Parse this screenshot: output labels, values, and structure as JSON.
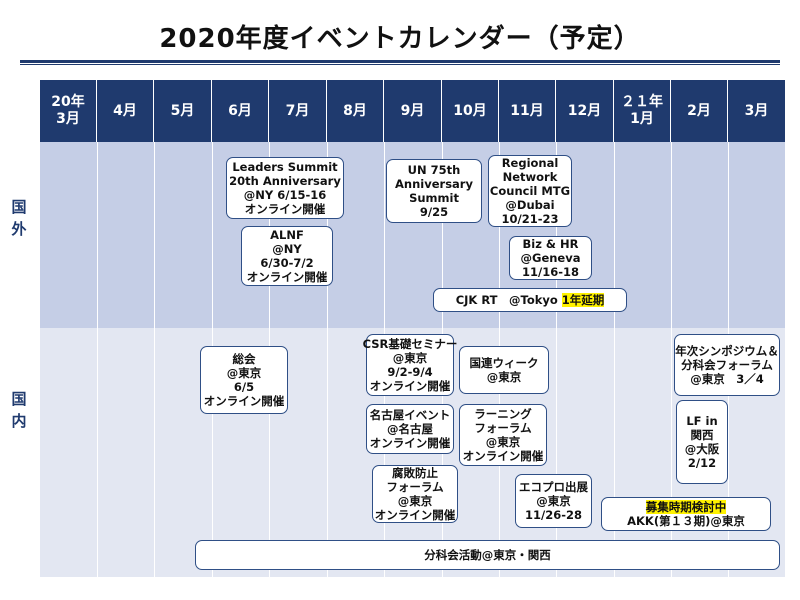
{
  "title": "2020年度イベントカレンダー（予定）",
  "months": [
    "20年\n3月",
    "4月",
    "5月",
    "6月",
    "7月",
    "8月",
    "9月",
    "10月",
    "11月",
    "12月",
    "２１年\n1月",
    "2月",
    "3月"
  ],
  "rows": {
    "international": "国\n外",
    "domestic": "国\n内"
  },
  "events": {
    "leaders": [
      "Leaders Summit",
      "20th Anniversary",
      "@NY 6/15-16",
      "オンライン開催"
    ],
    "un75": [
      "UN 75th",
      "Anniversary",
      "Summit",
      "9/25"
    ],
    "regional": [
      "Regional",
      "Network",
      "Council MTG",
      "@Dubai",
      "10/21-23"
    ],
    "alnf": [
      "ALNF",
      "@NY",
      "6/30-7/2",
      "オンライン開催"
    ],
    "bizhr": [
      "Biz & HR",
      "@Geneva",
      "11/16-18"
    ],
    "cjk": {
      "text": "CJK RT　@Tokyo ",
      "highlight": "1年延期"
    },
    "soukai": [
      "総会",
      "@東京",
      "6/5",
      "オンライン開催"
    ],
    "csr": [
      "CSR基礎セミナー",
      "@東京",
      "9/2-9/4",
      "オンライン開催"
    ],
    "kokuren": [
      "国連ウィーク",
      "@東京"
    ],
    "annual": [
      "年次シンポジウム＆",
      "分科会フォーラム",
      "@東京　3／4"
    ],
    "nagoya": [
      "名古屋イベント",
      "@名古屋",
      "オンライン開催"
    ],
    "learning": [
      "ラーニング",
      "フォーラム",
      "@東京",
      "オンライン開催"
    ],
    "lfkansai": [
      "LF in",
      "関西",
      "@大阪",
      "2/12"
    ],
    "fuhai": [
      "腐敗防止",
      "フォーラム",
      "@東京",
      "オンライン開催"
    ],
    "ecopro": [
      "エコプロ出展",
      "@東京",
      "11/26-28"
    ],
    "akk": {
      "highlight": "募集時期検討中",
      "text": "AKK(第１３期)@東京"
    },
    "bunkakai": "分科会活動@東京・関西"
  }
}
